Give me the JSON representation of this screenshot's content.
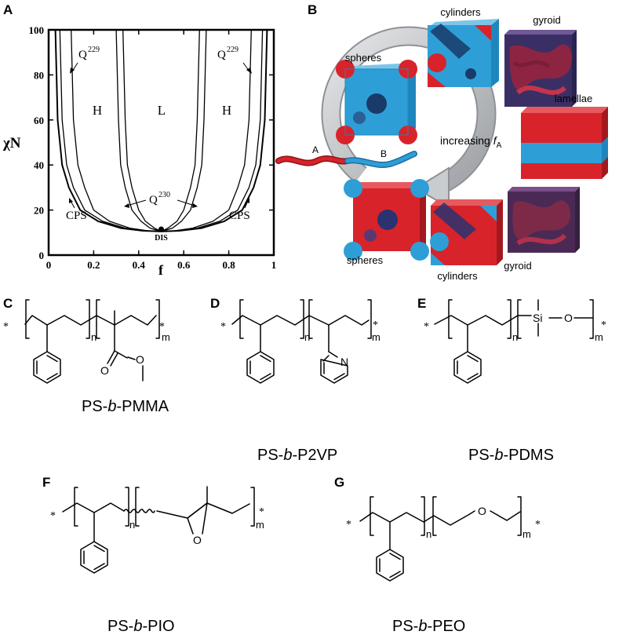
{
  "panels": {
    "A": "A",
    "B": "B",
    "C": "C",
    "D": "D",
    "E": "E",
    "F": "F",
    "G": "G"
  },
  "chart_data": {
    "type": "line",
    "xlabel": "f",
    "ylabel": "χN",
    "xlim": [
      0,
      1
    ],
    "ylim": [
      0,
      100
    ],
    "xticks": [
      "0",
      "0.2",
      "0.4",
      "0.6",
      "0.8",
      "1"
    ],
    "yticks": [
      "0",
      "20",
      "40",
      "60",
      "80",
      "100"
    ],
    "critical_point": {
      "f": 0.5,
      "chiN": 10.5,
      "label": "DIS"
    },
    "regions": {
      "H_left": "H",
      "L": "L",
      "H_right": "H",
      "Q229_left_base": "Q",
      "Q229_left_sup": "229",
      "Q229_right_base": "Q",
      "Q229_right_sup": "229",
      "Q230_base": "Q",
      "Q230_sup": "230",
      "CPS_left": "CPS",
      "CPS_right": "CPS"
    },
    "series": [
      {
        "values_f": [
          0.03,
          0.04,
          0.06,
          0.09,
          0.14,
          0.22,
          0.32,
          0.42,
          0.5
        ],
        "values_chiN": [
          100,
          60,
          40,
          30,
          20,
          15,
          12,
          10.8,
          10.5
        ]
      },
      {
        "values_f": [
          0.05,
          0.06,
          0.08,
          0.11,
          0.16,
          0.24,
          0.34,
          0.43,
          0.5
        ],
        "values_chiN": [
          100,
          60,
          40,
          30,
          20,
          15,
          12,
          10.8,
          10.5
        ]
      },
      {
        "values_f": [
          0.1,
          0.11,
          0.13,
          0.16,
          0.2,
          0.27,
          0.36,
          0.44,
          0.5
        ],
        "values_chiN": [
          100,
          60,
          40,
          30,
          20,
          15,
          12,
          10.8,
          10.5
        ]
      },
      {
        "values_f": [
          0.3,
          0.31,
          0.32,
          0.34,
          0.37,
          0.41,
          0.45,
          0.5
        ],
        "values_chiN": [
          100,
          60,
          40,
          30,
          20,
          15,
          12,
          10.5
        ]
      },
      {
        "values_f": [
          0.33,
          0.34,
          0.35,
          0.37,
          0.4,
          0.43,
          0.47,
          0.5
        ],
        "values_chiN": [
          100,
          60,
          40,
          30,
          20,
          15,
          12,
          10.5
        ]
      }
    ]
  },
  "morphology": {
    "labels": {
      "spheres_top": "spheres",
      "cylinders_top": "cylinders",
      "gyroid_top": "gyroid",
      "lamellae": "lamellae",
      "spheres_bottom": "spheres",
      "cylinders_bottom": "cylinders",
      "gyroid_bottom": "gyroid"
    },
    "chain_A": "A",
    "chain_B": "B",
    "increasing_text": "increasing ",
    "fA_f": "f",
    "fA_sub": "A",
    "colors": {
      "A_block": "#d8232a",
      "B_block": "#2e9fd6",
      "arrow": "#b5b8bb"
    }
  },
  "structures": {
    "C": {
      "name_pre": "PS-",
      "name_b": "b",
      "name_post": "-PMMA"
    },
    "D": {
      "name_pre": "PS-",
      "name_b": "b",
      "name_post": "-P2VP"
    },
    "E": {
      "name_pre": "PS-",
      "name_b": "b",
      "name_post": "-PDMS"
    },
    "F": {
      "name_pre": "PS-",
      "name_b": "b",
      "name_post": "-PIO"
    },
    "G": {
      "name_pre": "PS-",
      "name_b": "b",
      "name_post": "-PEO"
    },
    "atoms": {
      "N": "N",
      "Si": "Si",
      "O": "O",
      "n": "n",
      "m": "m",
      "star": "*"
    }
  }
}
